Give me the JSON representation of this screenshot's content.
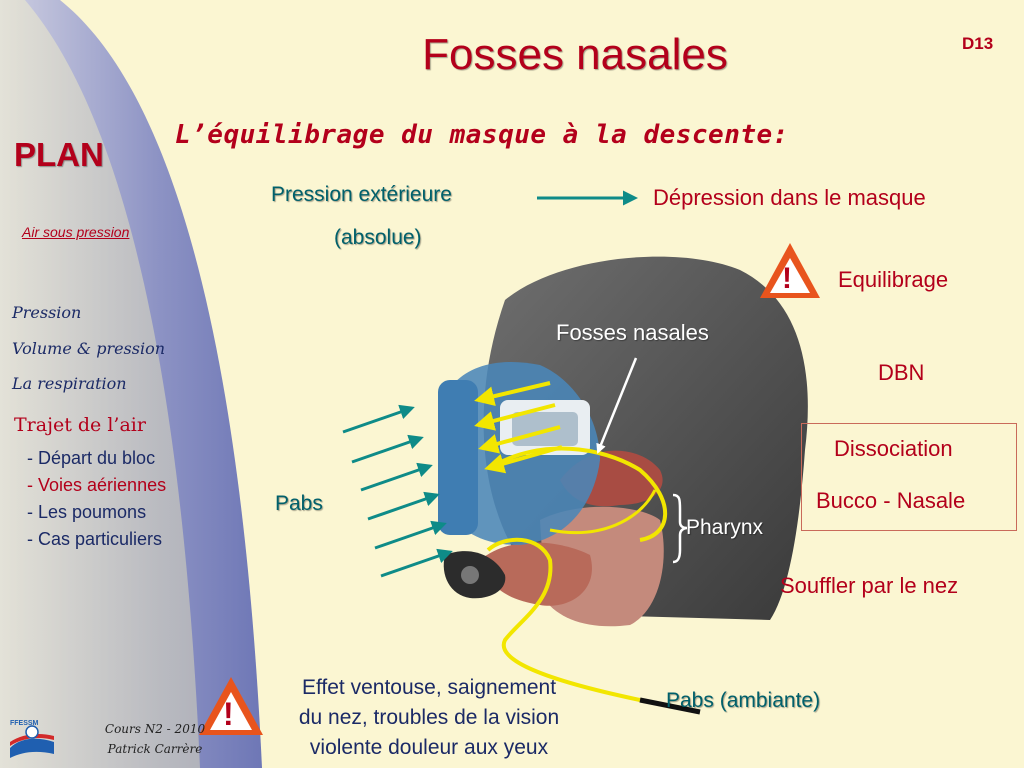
{
  "slide": {
    "title": "Fosses nasales",
    "id": "D13",
    "subtitle": "L’équilibrage du masque à la descente:"
  },
  "sidebar": {
    "plan_title": "PLAN",
    "plan_subtitle": "Air sous pression",
    "items": [
      "Pression",
      "Volume & pression",
      "La respiration"
    ],
    "active_item": "Trajet de l’air",
    "sub_items": [
      "- Départ du bloc",
      "- Voies aériennes",
      "- Les poumons",
      "- Cas particuliers"
    ],
    "footer_course": "Cours N2  - 2010",
    "footer_author": "Patrick Carrère",
    "logo_text": "FFESSM"
  },
  "labels": {
    "pression_exterieure": "Pression extérieure",
    "absolue": "(absolue)",
    "depression": "Dépression dans le masque",
    "equilibrage": "Equilibrage",
    "fosses_nasales": "Fosses nasales",
    "dbn": "DBN",
    "dissociation": "Dissociation",
    "bucco_nasale": "Bucco - Nasale",
    "pharynx": "Pharynx",
    "pabs": "Pabs",
    "souffler": "Souffler par le nez",
    "pabs_ambiante": "Pabs (ambiante)",
    "effet_1": "Effet ventouse, saignement",
    "effet_2": "du nez, troubles de la vision",
    "effet_3": "violente douleur aux yeux",
    "warning_mark": "!"
  },
  "colors": {
    "background": "#fbf6d2",
    "accent_red": "#b3001b",
    "teal": "#00606b",
    "navy": "#1b2a66",
    "arrow_teal": "#0e8b88",
    "arrow_yellow": "#f2e600",
    "warning_orange": "#e8541d"
  }
}
